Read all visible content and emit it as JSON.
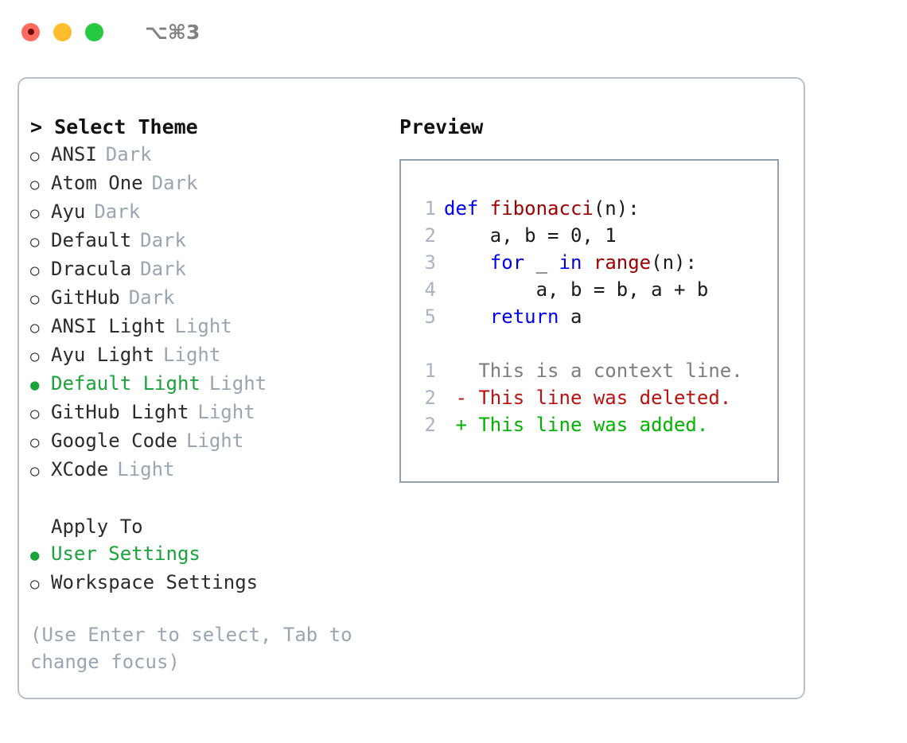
{
  "titlebar": {
    "shortcut": "⌥⌘3",
    "buttons": [
      {
        "name": "close",
        "color": "#fd6a5e"
      },
      {
        "name": "minimize",
        "color": "#ffbd2e"
      },
      {
        "name": "zoom",
        "color": "#26c940"
      }
    ]
  },
  "colors": {
    "accent_green": "#19a33a",
    "muted": "#9aa5b1",
    "text": "#2b2b2b",
    "panel_border": "#b7bfcb",
    "preview_border": "#94a0b0",
    "keyword": "#0000ee",
    "function": "#a00000",
    "diff_context": "#7d7d7d",
    "diff_deleted": "#bb1111",
    "diff_added": "#00b300",
    "lineno": "#aab4c0"
  },
  "theme_panel": {
    "heading": "> Select Theme",
    "markers": {
      "selected": "●",
      "unselected": "○"
    },
    "items": [
      {
        "label": "ANSI",
        "badge": "Dark",
        "selected": false
      },
      {
        "label": "Atom One",
        "badge": "Dark",
        "selected": false
      },
      {
        "label": "Ayu",
        "badge": "Dark",
        "selected": false
      },
      {
        "label": "Default",
        "badge": "Dark",
        "selected": false
      },
      {
        "label": "Dracula",
        "badge": "Dark",
        "selected": false
      },
      {
        "label": "GitHub",
        "badge": "Dark",
        "selected": false
      },
      {
        "label": "ANSI Light",
        "badge": "Light",
        "selected": false
      },
      {
        "label": "Ayu Light",
        "badge": "Light",
        "selected": false
      },
      {
        "label": "Default Light",
        "badge": "Light",
        "selected": true
      },
      {
        "label": "GitHub Light",
        "badge": "Light",
        "selected": false
      },
      {
        "label": "Google Code",
        "badge": "Light",
        "selected": false
      },
      {
        "label": "XCode",
        "badge": "Light",
        "selected": false
      }
    ]
  },
  "apply_to": {
    "heading": "Apply To",
    "items": [
      {
        "label": "User Settings",
        "selected": true
      },
      {
        "label": "Workspace Settings",
        "selected": false
      }
    ]
  },
  "hint": "(Use Enter to select, Tab to change focus)",
  "preview": {
    "heading": "Preview",
    "code_lines": [
      {
        "number": "1",
        "tokens": [
          {
            "text": "def ",
            "kind": "kw"
          },
          {
            "text": "fibonacci",
            "kind": "fn"
          },
          {
            "text": "(n):",
            "kind": "pl"
          }
        ]
      },
      {
        "number": "2",
        "tokens": [
          {
            "text": "    a, b = 0, 1",
            "kind": "pl"
          }
        ]
      },
      {
        "number": "3",
        "tokens": [
          {
            "text": "    ",
            "kind": "pl"
          },
          {
            "text": "for",
            "kind": "kw"
          },
          {
            "text": " _ ",
            "kind": "pl"
          },
          {
            "text": "in",
            "kind": "kw"
          },
          {
            "text": " ",
            "kind": "pl"
          },
          {
            "text": "range",
            "kind": "fn"
          },
          {
            "text": "(n):",
            "kind": "pl"
          }
        ]
      },
      {
        "number": "4",
        "tokens": [
          {
            "text": "        a, b = b, a + b",
            "kind": "pl"
          }
        ]
      },
      {
        "number": "5",
        "tokens": [
          {
            "text": "    ",
            "kind": "pl"
          },
          {
            "text": "return",
            "kind": "kw"
          },
          {
            "text": " a",
            "kind": "pl"
          }
        ]
      }
    ],
    "diff_lines": [
      {
        "number": "1",
        "sign": " ",
        "text": "This is a context line.",
        "kind": "context"
      },
      {
        "number": "2",
        "sign": "-",
        "text": "This line was deleted.",
        "kind": "deleted"
      },
      {
        "number": "2",
        "sign": "+",
        "text": "This line was added.",
        "kind": "added"
      }
    ]
  }
}
